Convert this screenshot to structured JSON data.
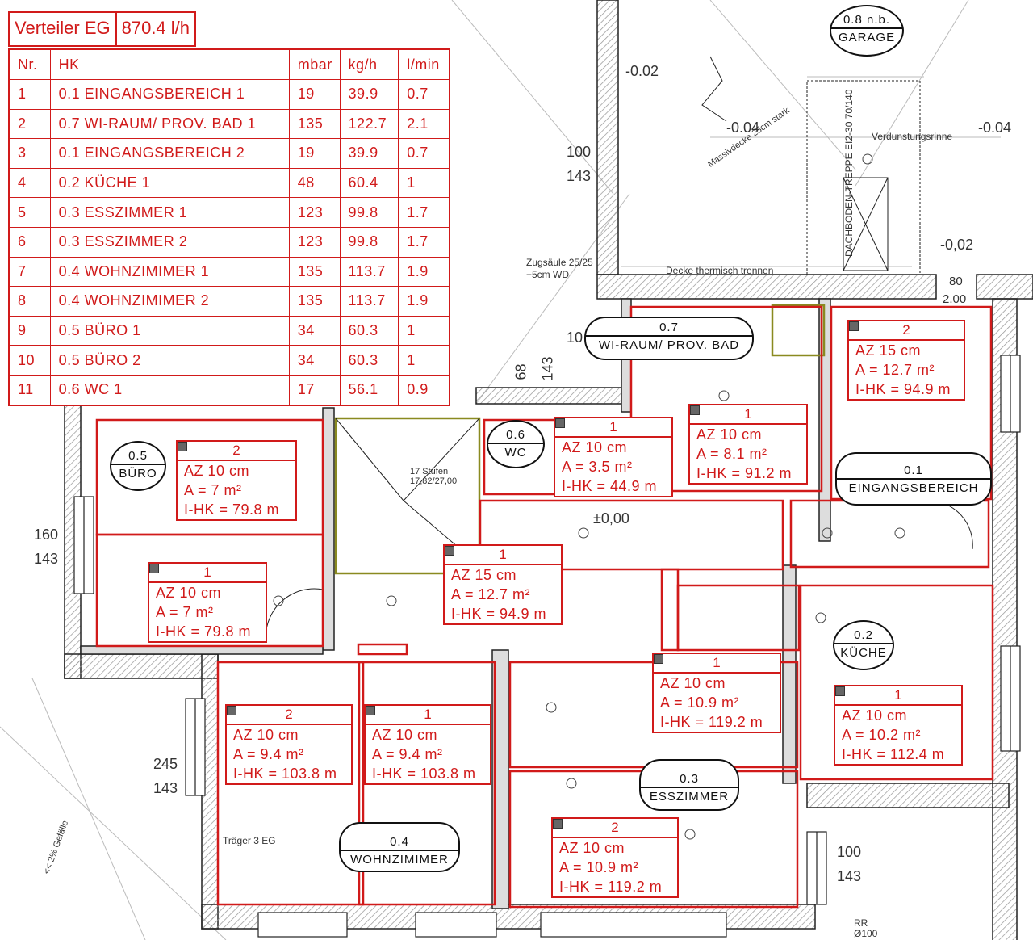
{
  "verteiler": {
    "name": "Verteiler EG",
    "flow": "870.4 l/h"
  },
  "table": {
    "headers": [
      "Nr.",
      "HK",
      "mbar",
      "kg/h",
      "l/min"
    ],
    "rows": [
      [
        "1",
        "0.1  EINGANGSBEREICH 1",
        "19",
        "39.9",
        "0.7"
      ],
      [
        "2",
        "0.7  WI-RAUM/ PROV. BAD 1",
        "135",
        "122.7",
        "2.1"
      ],
      [
        "3",
        "0.1  EINGANGSBEREICH 2",
        "19",
        "39.9",
        "0.7"
      ],
      [
        "4",
        "0.2  KÜCHE 1",
        "48",
        "60.4",
        "1"
      ],
      [
        "5",
        "0.3  ESSZIMMER 1",
        "123",
        "99.8",
        "1.7"
      ],
      [
        "6",
        "0.3  ESSZIMMER 2",
        "123",
        "99.8",
        "1.7"
      ],
      [
        "7",
        "0.4  WOHNZIMIMER 1",
        "135",
        "113.7",
        "1.9"
      ],
      [
        "8",
        "0.4  WOHNZIMIMER 2",
        "135",
        "113.7",
        "1.9"
      ],
      [
        "9",
        "0.5  BÜRO 1",
        "34",
        "60.3",
        "1"
      ],
      [
        "10",
        "0.5  BÜRO 2",
        "34",
        "60.3",
        "1"
      ],
      [
        "11",
        "0.6  WC 1",
        "17",
        "56.1",
        "0.9"
      ]
    ]
  },
  "rooms": {
    "garage": {
      "num": "0.8 n.b.",
      "name": "GARAGE"
    },
    "wiraum": {
      "num": "0.7",
      "name": "WI-RAUM/ PROV. BAD"
    },
    "eingang": {
      "num": "0.1",
      "name": "EINGANGSBEREICH"
    },
    "wc": {
      "num": "0.6",
      "name": "WC"
    },
    "buero": {
      "num": "0.5",
      "name": "BÜRO"
    },
    "kueche": {
      "num": "0.2",
      "name": "KÜCHE"
    },
    "esszimmer": {
      "num": "0.3",
      "name": "ESSZIMMER"
    },
    "wohnzimmer": {
      "num": "0.4",
      "name": "WOHNZIMIMER"
    }
  },
  "circuits": {
    "eingang2": {
      "n": "2",
      "az": "AZ 15 cm",
      "a": "A = 12.7 m²",
      "l": "I-HK = 94.9 m"
    },
    "wiraum1": {
      "n": "1",
      "az": "AZ 10 cm",
      "a": "A = 8.1 m²",
      "l": "I-HK = 91.2 m"
    },
    "wc1": {
      "n": "1",
      "az": "AZ 10 cm",
      "a": "A = 3.5 m²",
      "l": "I-HK = 44.9 m"
    },
    "buero2": {
      "n": "2",
      "az": "AZ 10 cm",
      "a": "A = 7 m²",
      "l": "I-HK = 79.8 m"
    },
    "buero1": {
      "n": "1",
      "az": "AZ 10 cm",
      "a": "A = 7 m²",
      "l": "I-HK = 79.8 m"
    },
    "eingang1": {
      "n": "1",
      "az": "AZ 15 cm",
      "a": "A = 12.7 m²",
      "l": "I-HK = 94.9 m"
    },
    "ess1": {
      "n": "1",
      "az": "AZ 10 cm",
      "a": "A = 10.9 m²",
      "l": "I-HK = 119.2 m"
    },
    "kueche1": {
      "n": "1",
      "az": "AZ 10 cm",
      "a": "A = 10.2 m²",
      "l": "I-HK = 112.4 m"
    },
    "wohn2": {
      "n": "2",
      "az": "AZ 10 cm",
      "a": "A = 9.4 m²",
      "l": "I-HK = 103.8 m"
    },
    "wohn1": {
      "n": "1",
      "az": "AZ 10 cm",
      "a": "A = 9.4 m²",
      "l": "I-HK = 103.8 m"
    },
    "ess2": {
      "n": "2",
      "az": "AZ 10 cm",
      "a": "A = 10.9 m²",
      "l": "I-HK = 119.2 m"
    }
  },
  "plan_text": {
    "lvl_garage1": "-0.02",
    "lvl_garage2": "-0.04",
    "lvl_garage3": "-0.04",
    "lvl_right": "-0,02",
    "lvl_floor": "±0,00",
    "dim_100": "100",
    "dim_143": "143",
    "dim_160": "160",
    "dim_143b": "143",
    "dim_245": "245",
    "dim_143c": "143",
    "dim_100b": "100",
    "dim_143d": "143",
    "dim_80": "80",
    "dim_200": "2.00",
    "dim_10": "10",
    "dim_68": "68",
    "dim_143e": "143",
    "verdunstung": "Verdunstungsrinne",
    "decke": "Decke thermisch trennen",
    "zugsaeule": "Zugsäule 25/25",
    "zugsaeule2": "+5cm WD",
    "stufen": "17 Stufen",
    "stufen2": "17,82/27,00",
    "massivdecke": "Massivdecke 25cm stark",
    "rr": "RR",
    "rr2": "Ø100",
    "traeger": "Träger 3 EG",
    "dachboden": "DACHBODEN-TREPPE EI2-30 70/140",
    "gefaelle": "<< 2% Gefälle"
  },
  "colors": {
    "accent": "#d11a1a",
    "ink": "#222222"
  }
}
